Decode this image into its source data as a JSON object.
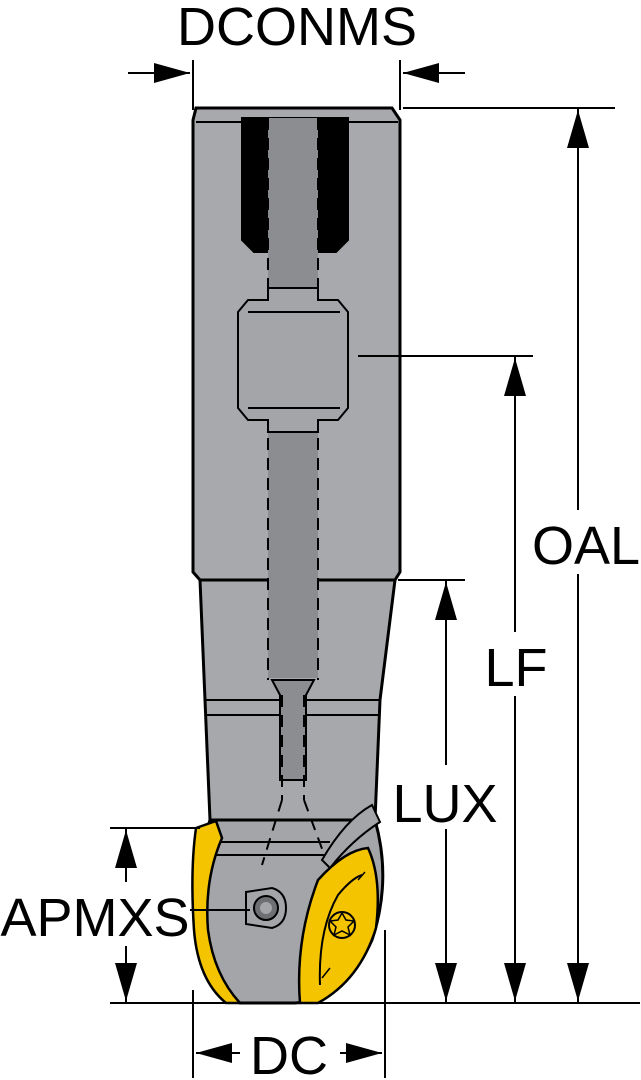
{
  "labels": {
    "dconms": "DCONMS",
    "oal": "OAL",
    "lf": "LF",
    "lux": "LUX",
    "apmxs": "APMXS",
    "dc": "DC"
  },
  "colors": {
    "body_gray": "#a3a5a8",
    "shank_gray": "#a7a9ac",
    "neck_gray": "#a6a8ab",
    "insert_yellow": "#f5c400",
    "coolant_dark": "#6d6f72",
    "line": "#000000"
  }
}
